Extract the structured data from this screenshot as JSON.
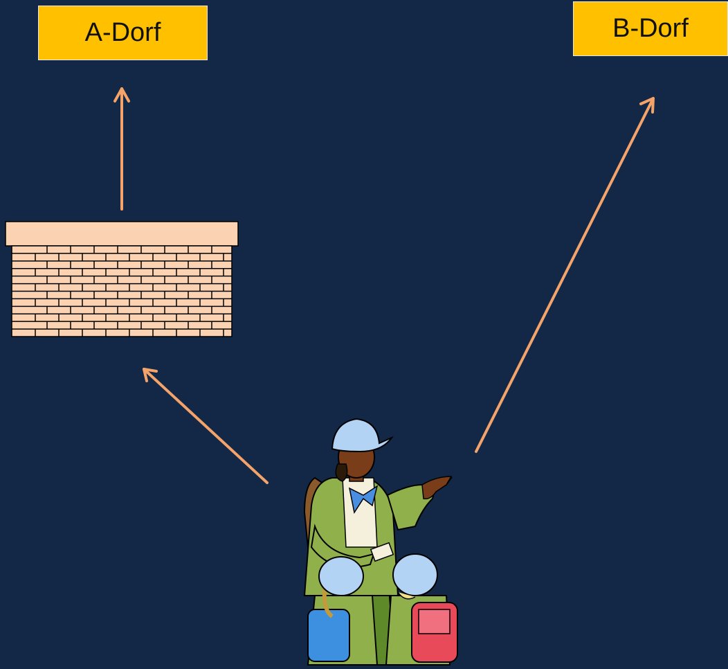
{
  "labels": {
    "a_village": "A-Dorf",
    "b_village": "B-Dorf"
  },
  "colors": {
    "background": "#132846",
    "label_fill": "#ffc000",
    "arrow": "#f4a46a",
    "wall_fill": "#fbd3b3",
    "mortar": "#000000"
  },
  "icons": {
    "wall": "brick-wall-icon",
    "group": "hiking-group-clipart"
  }
}
